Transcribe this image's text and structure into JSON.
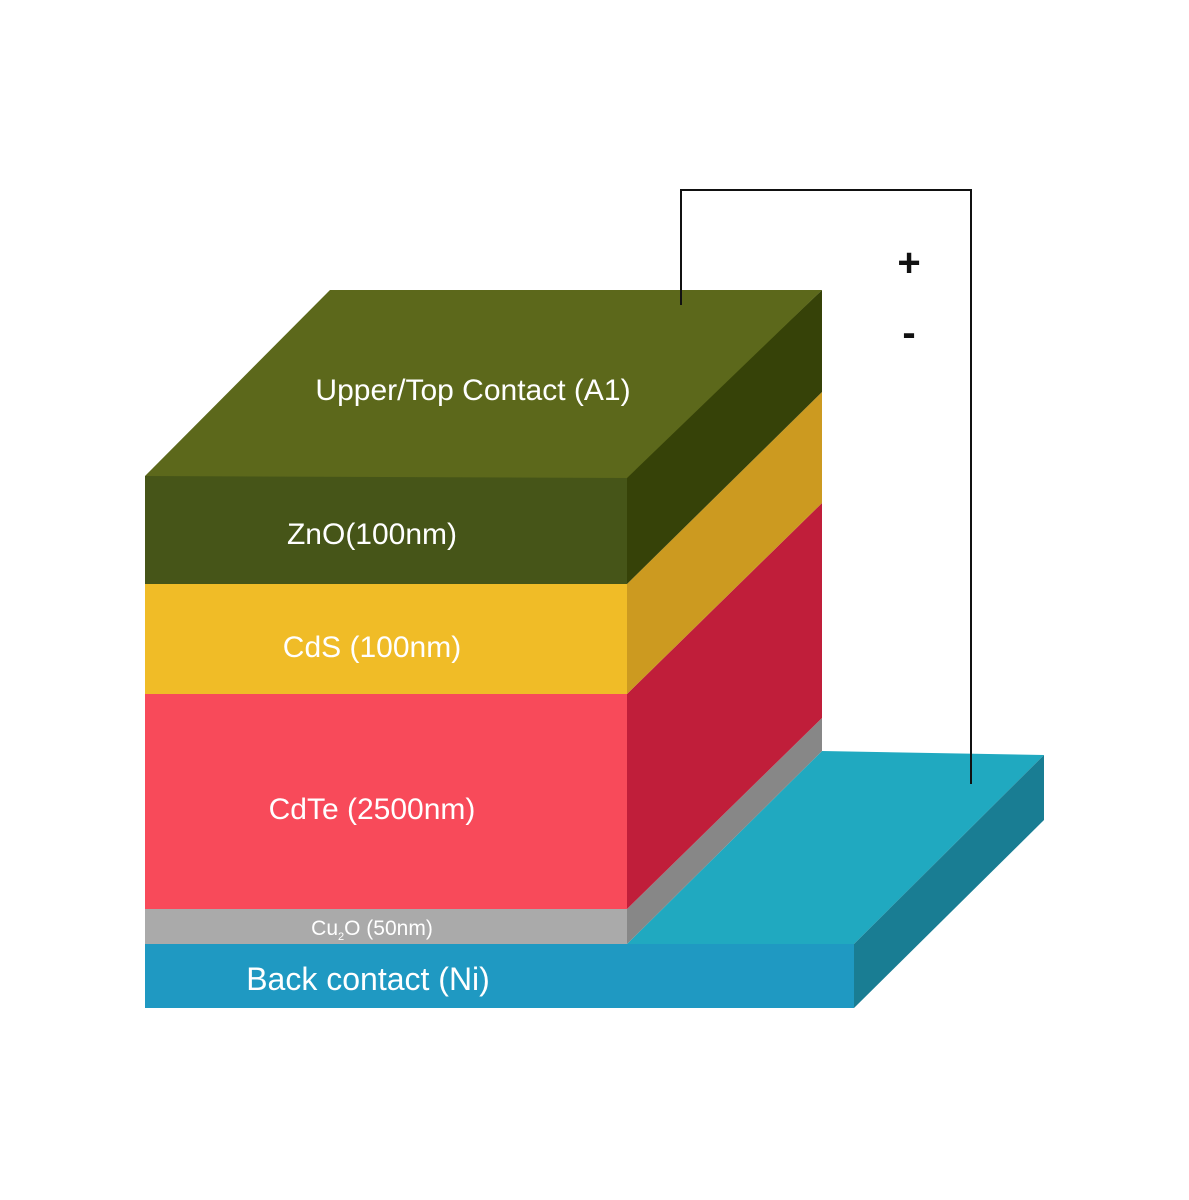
{
  "layers": [
    {
      "id": "top-contact",
      "label": "Upper/Top Contact (A1)",
      "material": "Al",
      "thickness": null,
      "colors": {
        "top": "#5c681b",
        "side": "#364208"
      }
    },
    {
      "id": "zno",
      "label": "ZnO(100nm)",
      "material": "ZnO",
      "thickness": "100nm",
      "colors": {
        "front": "#465518",
        "side": "#364208"
      }
    },
    {
      "id": "cds",
      "label": "CdS (100nm)",
      "material": "CdS",
      "thickness": "100nm",
      "colors": {
        "front": "#f0bc27",
        "side": "#cc9a20"
      }
    },
    {
      "id": "cdte",
      "label": "CdTe (2500nm)",
      "material": "CdTe",
      "thickness": "2500nm",
      "colors": {
        "front": "#f84a5a",
        "side": "#c01e3a"
      }
    },
    {
      "id": "cu2o",
      "label_main": "Cu",
      "label_sub": "2",
      "label_rest": "O (50nm)",
      "material": "Cu2O",
      "thickness": "50nm",
      "colors": {
        "front": "#aaaaaa",
        "side": "#878787"
      }
    },
    {
      "id": "back-contact",
      "label": "Back contact (Ni)",
      "material": "Ni",
      "thickness": null,
      "colors": {
        "front": "#1f99c2",
        "top": "#20a9c0",
        "side": "#197d93"
      }
    }
  ],
  "circuit": {
    "plus": "+",
    "minus": "-",
    "wire_color": "#111111"
  }
}
